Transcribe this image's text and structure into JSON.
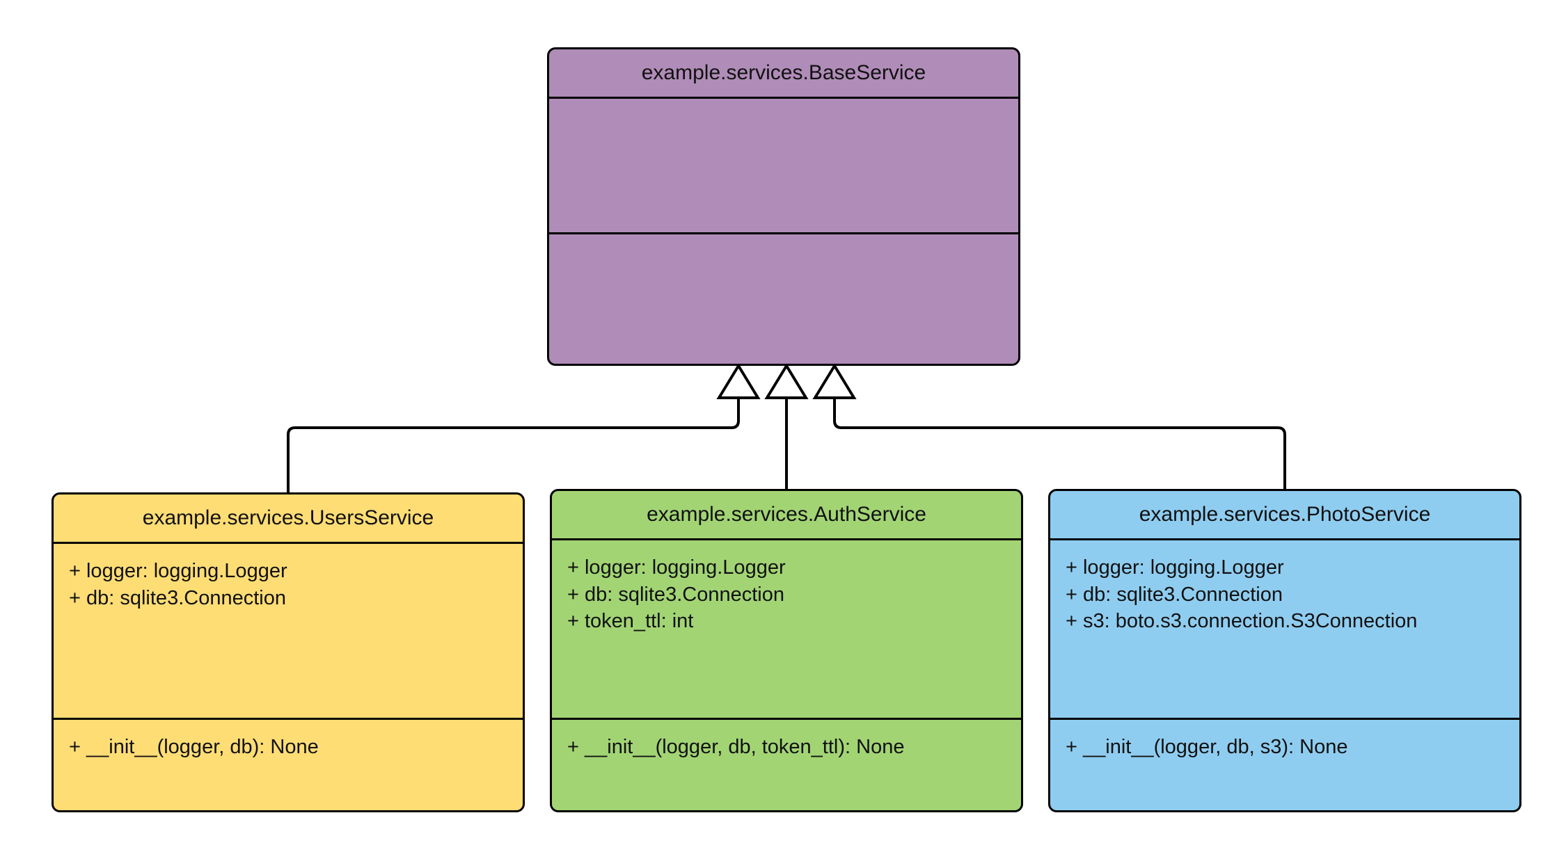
{
  "diagram": {
    "type": "uml-class-diagram",
    "relationship": "generalization",
    "background": "#ffffff",
    "stroke": "#000000"
  },
  "classes": [
    {
      "id": "base",
      "name": "example.services.BaseService",
      "fill": "#B08CB8",
      "attributes": [],
      "methods": []
    },
    {
      "id": "users",
      "name": "example.services.UsersService",
      "fill": "#FFDD75",
      "attributes": [
        "+ logger: logging.Logger",
        "+ db: sqlite3.Connection"
      ],
      "methods": [
        "+ __init__(logger, db): None"
      ]
    },
    {
      "id": "auth",
      "name": "example.services.AuthService",
      "fill": "#A2D474",
      "attributes": [
        "+ logger: logging.Logger",
        "+ db: sqlite3.Connection",
        "+ token_ttl: int"
      ],
      "methods": [
        "+ __init__(logger, db, token_ttl): None"
      ]
    },
    {
      "id": "photo",
      "name": "example.services.PhotoService",
      "fill": "#8FCDF0",
      "attributes": [
        "+ logger: logging.Logger",
        "+ db: sqlite3.Connection",
        "+ s3: boto.s3.connection.S3Connection"
      ],
      "methods": [
        "+ __init__(logger, db, s3): None"
      ]
    }
  ],
  "edges": [
    {
      "from": "users",
      "to": "base",
      "kind": "inheritance"
    },
    {
      "from": "auth",
      "to": "base",
      "kind": "inheritance"
    },
    {
      "from": "photo",
      "to": "base",
      "kind": "inheritance"
    }
  ]
}
